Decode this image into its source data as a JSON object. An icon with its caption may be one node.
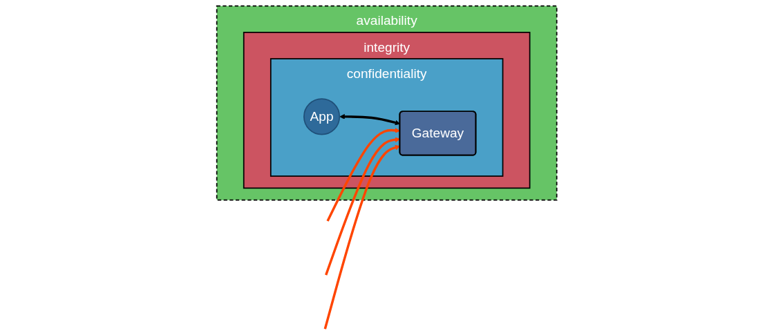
{
  "diagram": {
    "nodes": [
      {
        "text": [
          "availability"
        ]
      },
      {
        "text": [
          "integrity"
        ],
        "in": 0
      },
      {
        "text": [
          "confidentiality"
        ],
        "in": 1
      },
      {
        "text": [
          "App"
        ],
        "in": 2
      },
      {
        "text": [
          "Gateway"
        ],
        "in": 2
      }
    ],
    "edges": [
      {
        "from": 3,
        "to": 4,
        "arrow": "both",
        "color": "#000000"
      },
      {
        "from": null,
        "to": 4,
        "arrow": "to",
        "color": "#ff4500"
      },
      {
        "from": null,
        "to": 4,
        "arrow": "to",
        "color": "#ff4500"
      },
      {
        "from": null,
        "to": 4,
        "arrow": "to",
        "color": "#ff4500"
      }
    ]
  }
}
